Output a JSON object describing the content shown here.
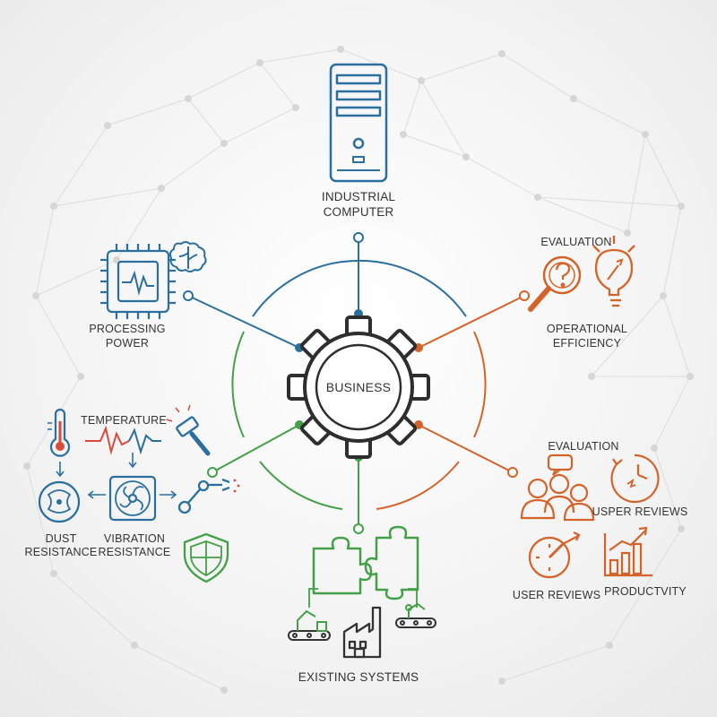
{
  "center": {
    "label": "BUSINESS"
  },
  "nodes": {
    "industrial_computer": {
      "line1": "INDUSTRIAL",
      "line2": "COMPUTER"
    },
    "processing_power": {
      "line1": "PROCESSING",
      "line2": "POWER"
    },
    "operational_efficiency": {
      "title": "EVALUATION",
      "line1": "OPERATIONAL",
      "line2": "EFFICIENCY"
    },
    "evaluation_reviews": {
      "title": "EVALUATION",
      "usper_reviews": "USPER REVIEWS",
      "user_reviews": "USER REVIEWS",
      "productivity": "PRODUCTVITY"
    },
    "environment": {
      "temperature": "TEMPERATURE",
      "dust_line1": "DUST",
      "dust_line2": "RESISTANCE",
      "vibration_line1": "VIBRATION",
      "vibration_line2": "RESISTANCE"
    },
    "existing_systems": {
      "label": "EXISTING SYSTEMS"
    }
  },
  "colors": {
    "blue": "#2a6f9e",
    "orange": "#d4632a",
    "green": "#43a047",
    "red": "#d94a3a",
    "text": "#333333",
    "network": "#d8d8d8"
  }
}
